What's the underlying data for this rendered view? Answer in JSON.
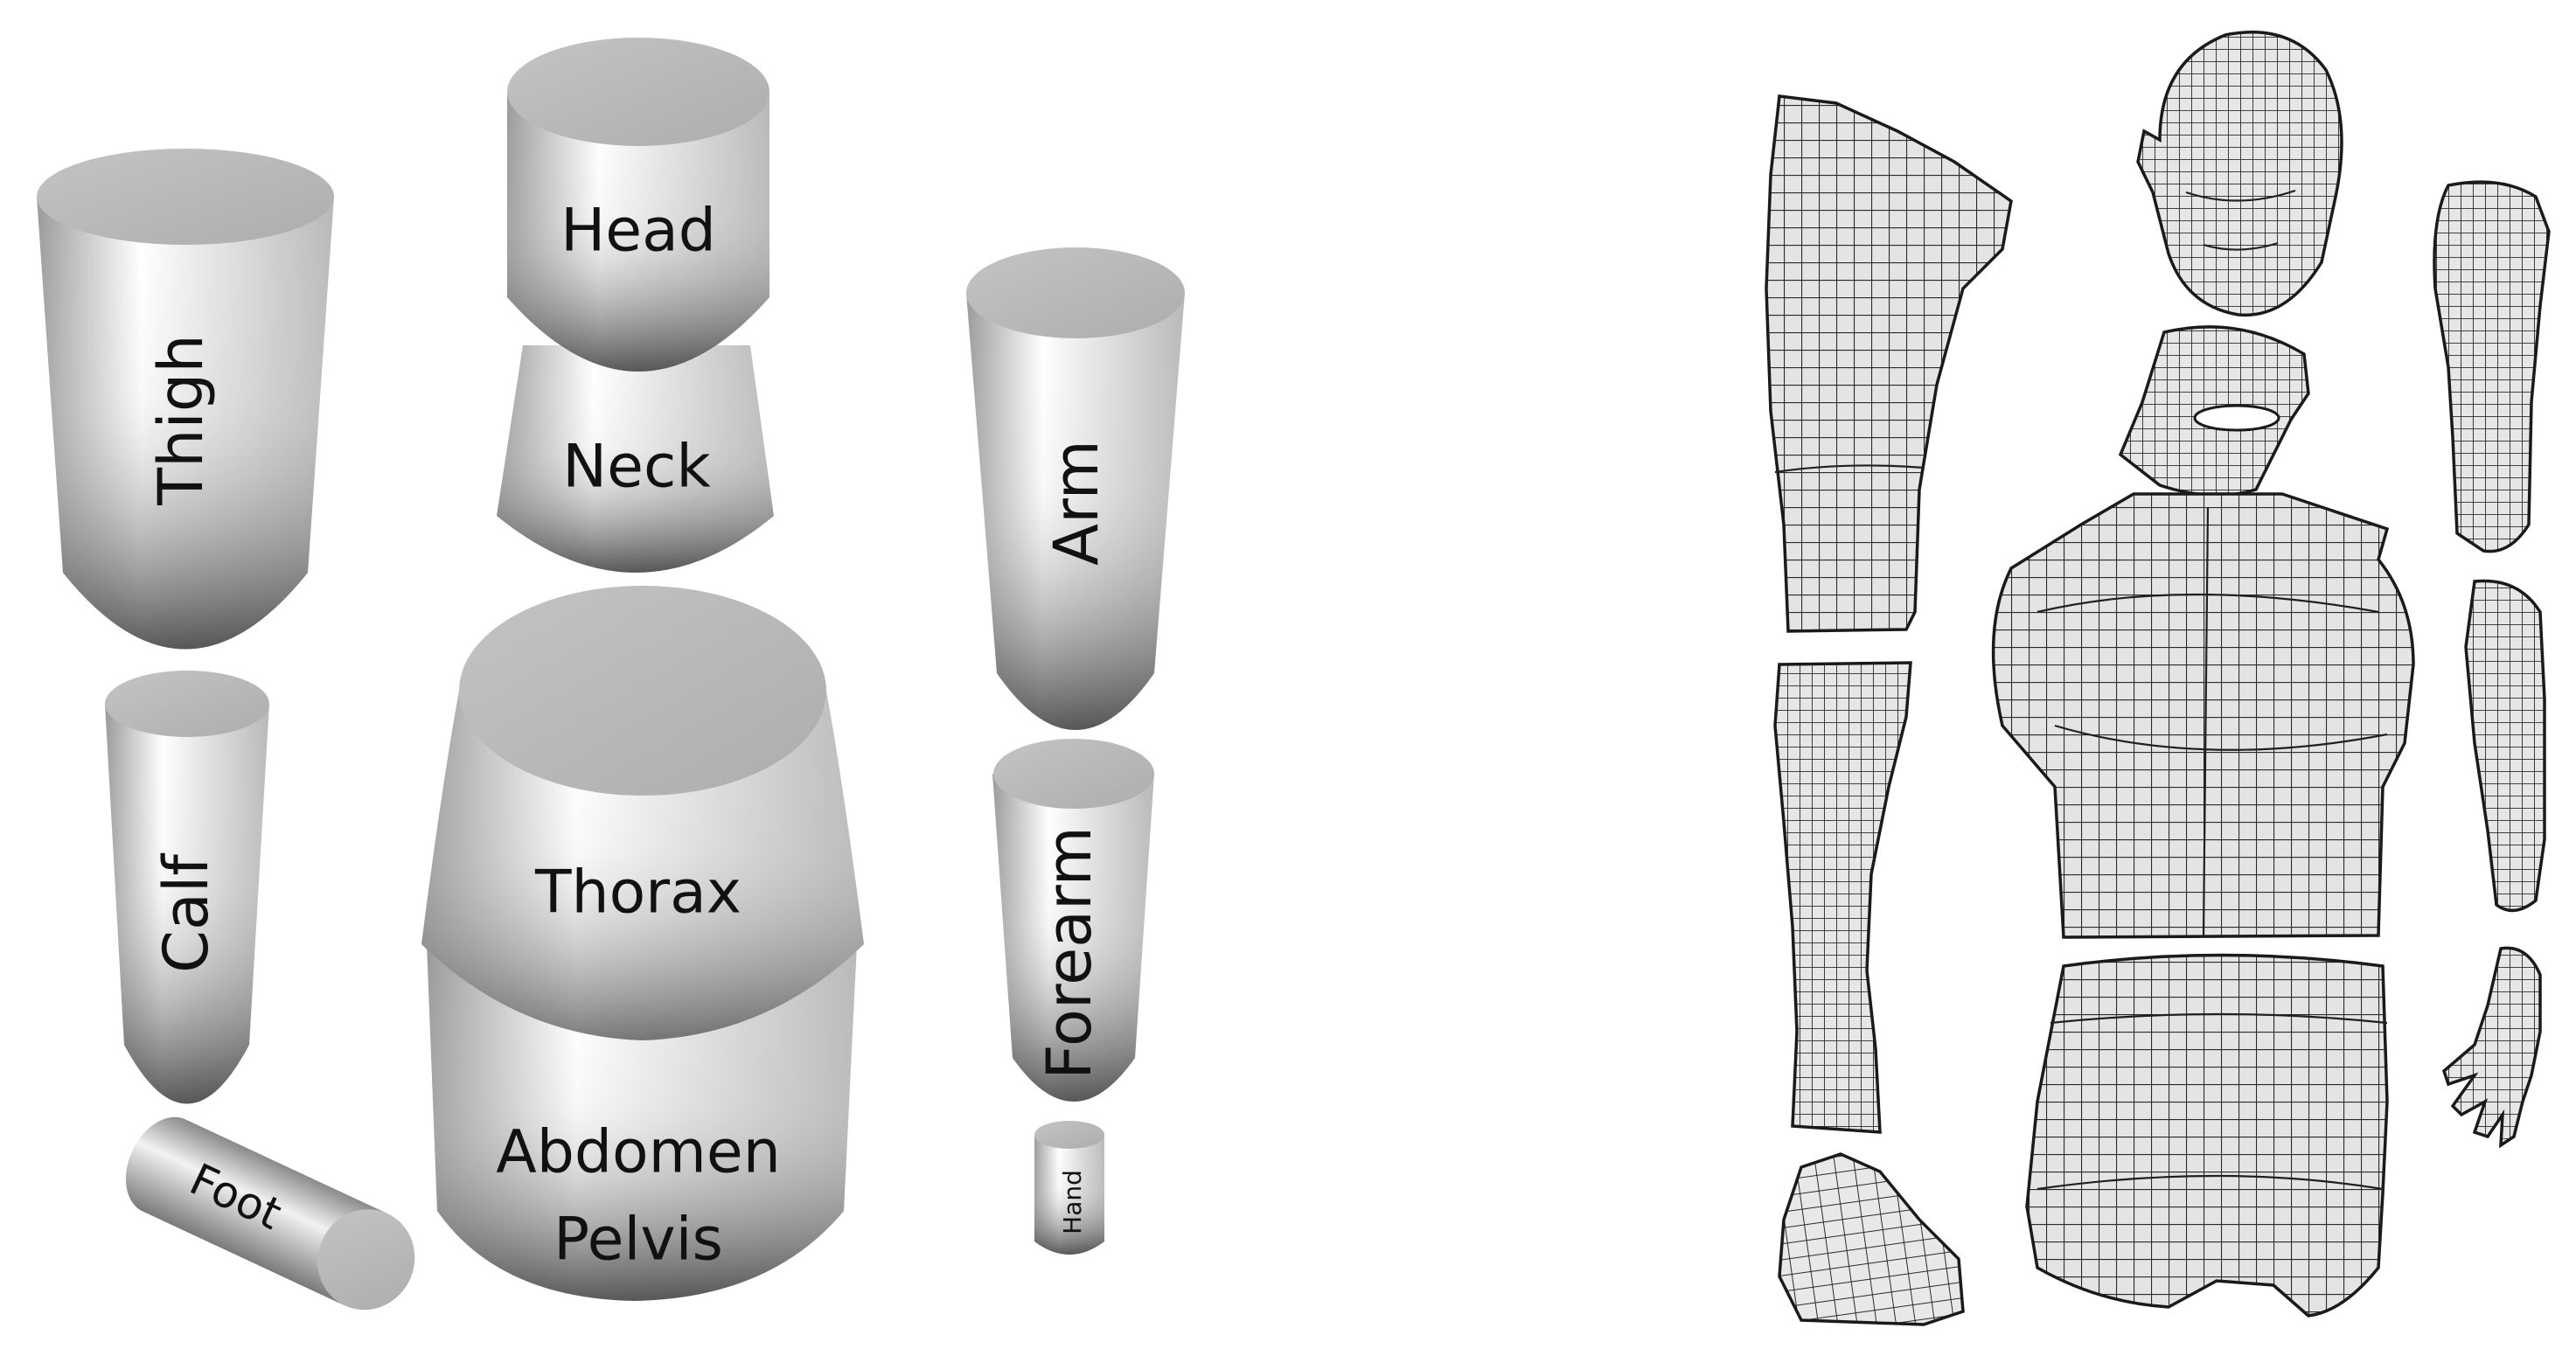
{
  "figure": {
    "background": "#ffffff",
    "shape_fill_light": "#ffffff",
    "shape_fill_mid": "#d6d6d6",
    "shape_fill_dark": "#5e5e5e",
    "cap_fill": "#b9b9b9",
    "mesh_fill": "#e6e6e6",
    "mesh_line": "#202020"
  },
  "labels": {
    "thigh": "Thigh",
    "head": "Head",
    "neck": "Neck",
    "arm": "Arm",
    "calf": "Calf",
    "thorax": "Thorax",
    "forearm": "Forearm",
    "abdomen": "Abdomen",
    "pelvis": "Pelvis",
    "foot": "Foot",
    "hand": "Hand"
  }
}
